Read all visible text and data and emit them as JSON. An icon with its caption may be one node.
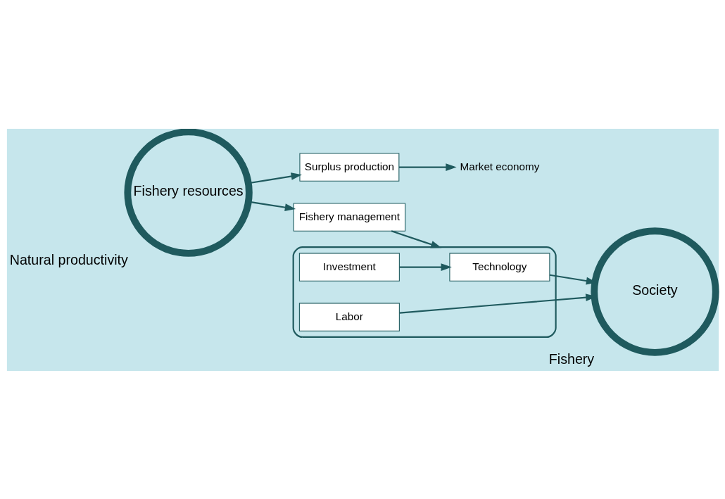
{
  "diagram": {
    "nodes": [
      {
        "text": [
          "Market economy"
        ]
      },
      {
        "text": [
          "Surplus production"
        ]
      },
      {
        "text": [
          "Fishery management"
        ]
      },
      {
        "text": [
          "Society"
        ],
        "beside": [
          "Fishery"
        ]
      },
      {
        "text": [
          "Fishery resources"
        ],
        "beside": [
          "Natural productivity"
        ]
      },
      {
        "text": [],
        "shape": "bracket"
      },
      {
        "text": [
          "Labor"
        ],
        "in": 5
      },
      {
        "text": [
          "Technology"
        ],
        "in": 5
      },
      {
        "text": [
          "Investment"
        ],
        "in": 5
      }
    ],
    "edges": [
      {
        "from": 4,
        "to": 1,
        "arrow": "to"
      },
      {
        "from": 4,
        "to": 2,
        "arrow": "to"
      },
      {
        "from": 1,
        "to": 0,
        "arrow": "to"
      },
      {
        "from": 2,
        "to": 5,
        "arrow": "to"
      },
      {
        "from": 6,
        "to": 3,
        "arrow": "to"
      },
      {
        "from": 7,
        "to": 3,
        "arrow": "to"
      },
      {
        "from": 8,
        "to": 7,
        "arrow": "to"
      }
    ]
  }
}
